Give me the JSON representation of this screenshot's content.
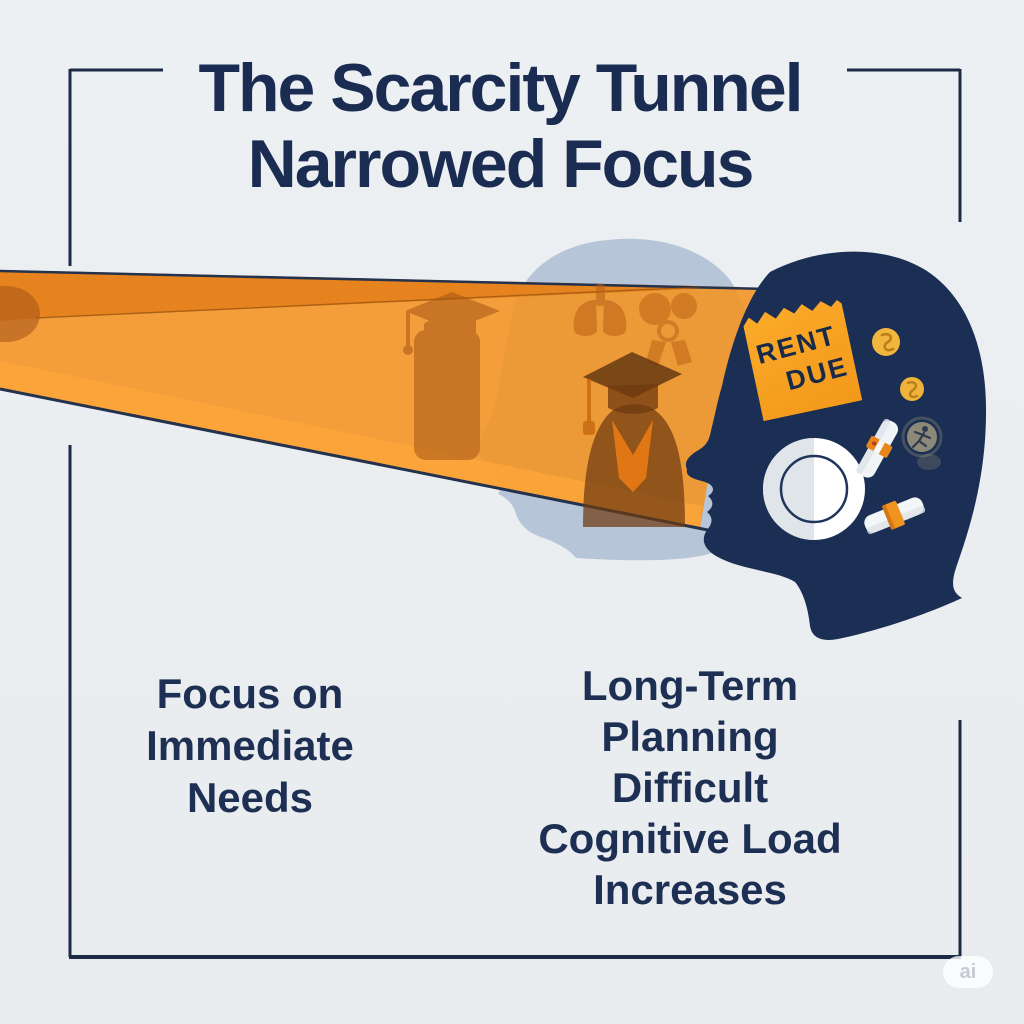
{
  "title": {
    "line1": "The Scarcity Tunnel",
    "line2": "Narrowed Focus"
  },
  "left_label": {
    "lines": [
      "Focus on",
      "Immediate",
      "Needs"
    ]
  },
  "right_label": {
    "lines": [
      "Long-Term",
      "Planning",
      "Difficult",
      "Cognitive Load",
      "Increases"
    ]
  },
  "rent_note": {
    "line1": "RENT",
    "line2": "DUE"
  },
  "ai_badge": {
    "label": "ai"
  },
  "colors": {
    "background": "#ebeef1",
    "navy_head": "#1b2f55",
    "text_navy": "#1a2c52",
    "tunnel_orange": "#f49320",
    "tunnel_dark_wedge": "#e5821c",
    "tunnel_highlight": "#fba43a",
    "note_orange": "#f7a21f",
    "coin_gold": "#f2b63c",
    "plate_white": "#ffffff",
    "ghost_head_gray": "#a9bcd2"
  }
}
